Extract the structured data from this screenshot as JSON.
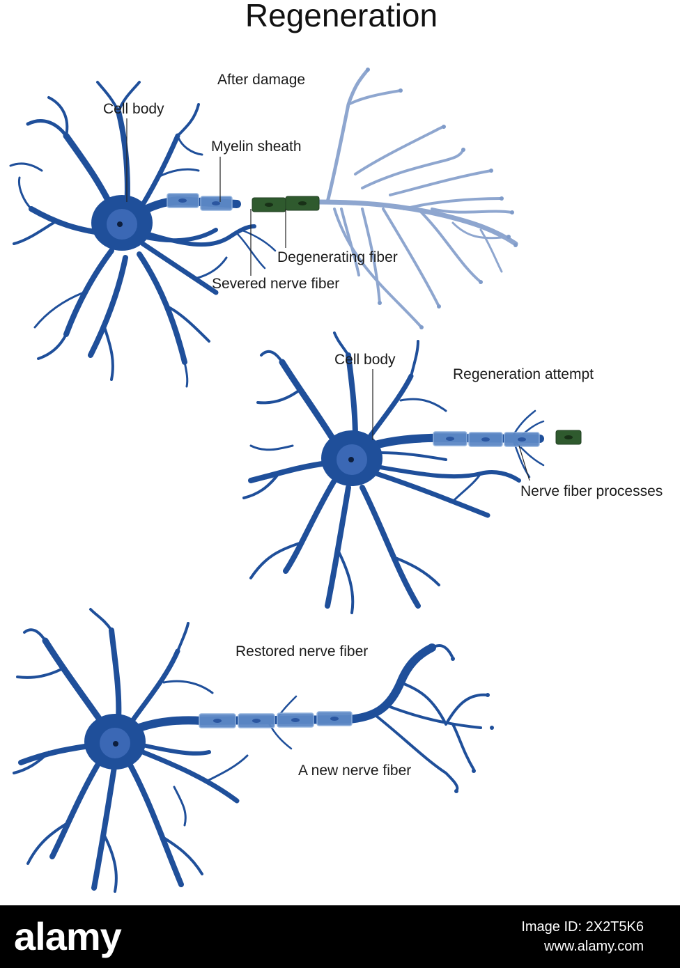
{
  "title": "Regeneration",
  "panel_top": {
    "heading": "After damage",
    "cell_body": "Cell body",
    "myelin_sheath": "Myelin sheath",
    "degenerating_fiber": "Degenerating fiber",
    "severed_nerve_fiber": "Severed nerve fiber"
  },
  "panel_middle": {
    "cell_body": "Cell body",
    "heading": "Regeneration attempt",
    "nerve_fiber_processes": "Nerve fiber processes"
  },
  "panel_bottom": {
    "heading": "Restored nerve fiber",
    "new_fiber": "A new nerve fiber"
  },
  "colors": {
    "neuron": "#1f4f9a",
    "myelin": "#5d88c6",
    "degenerated": "#8ea6cf",
    "degenerating_segment": "#2f5a2e"
  },
  "watermark": {
    "logo": "alamy",
    "image_id": "Image ID: 2X2T5K6",
    "url": "www.alamy.com"
  }
}
